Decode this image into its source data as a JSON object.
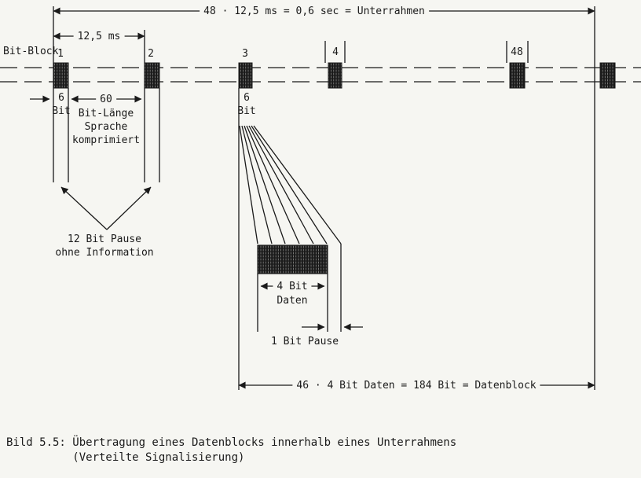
{
  "colors": {
    "ink": "#1a1a1a",
    "paper": "#f6f6f2"
  },
  "diagram": {
    "top_dimension": "48 · 12,5 ms = 0,6 sec = Unterrahmen",
    "period_dimension": "12,5 ms",
    "bit_block_label": "Bit-Block",
    "block_numbers": [
      "1",
      "2",
      "3",
      "4",
      "48"
    ],
    "block1_width": {
      "value": "6",
      "unit": "Bit"
    },
    "speech_length": {
      "value": "60",
      "line1": "Bit-Länge",
      "line2": "Sprache",
      "line3": "komprimiert"
    },
    "block3_width": {
      "value": "6",
      "unit": "Bit"
    },
    "pause": {
      "line1": "12 Bit Pause",
      "line2": "ohne Information"
    },
    "data_detail": {
      "width": "4 Bit",
      "label": "Daten",
      "pause": "1 Bit Pause"
    },
    "bottom_dimension": "46 · 4 Bit Daten = 184 Bit = Datenblock"
  },
  "caption": {
    "line1": "Bild 5.5: Übertragung eines Datenblocks innerhalb eines Unterrahmens",
    "line2": "(Verteilte Signalisierung)"
  }
}
